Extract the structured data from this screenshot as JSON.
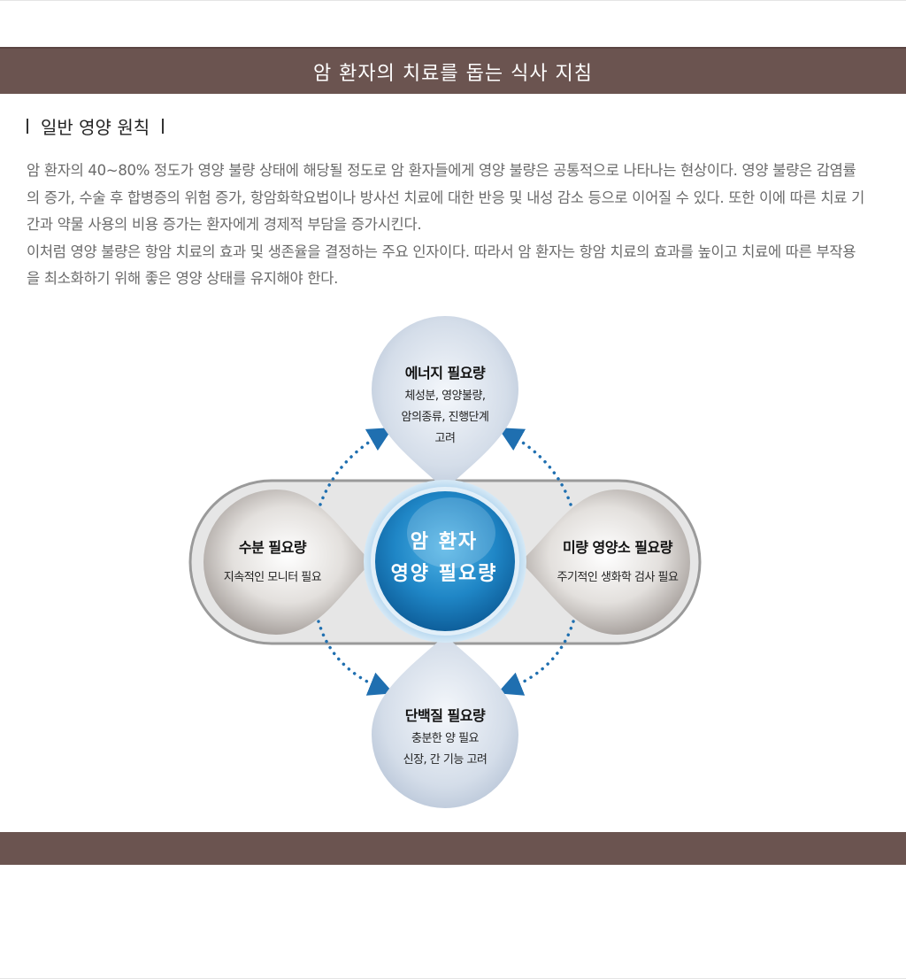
{
  "header": {
    "title": "암 환자의 치료를 돕는 식사 지침"
  },
  "section": {
    "title": "일반 영양 원칙"
  },
  "intro": {
    "para1": "암 환자의 40~80% 정도가 영양 불량 상태에 해당될 정도로 암 환자들에게 영양 불량은 공통적으로 나타나는 현상이다. 영양 불량은 감염률의 증가, 수술 후 합병증의 위험 증가, 항암화학요법이나 방사선 치료에 대한 반응 및 내성 감소 등으로 이어질 수 있다. 또한 이에 따른 치료 기간과 약물 사용의 비용 증가는 환자에게 경제적 부담을 증가시킨다.",
    "para2": "이처럼 영양 불량은 항암 치료의 효과 및 생존율을 결정하는 주요 인자이다. 따라서 암 환자는 항암 치료의 효과를 높이고 치료에 따른 부작용을 최소화하기 위해 좋은 영양 상태를 유지해야 한다."
  },
  "diagram": {
    "center": {
      "line1": "암 환자",
      "line2": "영양 필요량"
    },
    "top": {
      "title": "에너지 필요량",
      "desc1": "체성분, 영양불량,",
      "desc2": "암의종류, 진행단계",
      "desc3": "고려"
    },
    "left": {
      "title": "수분 필요량",
      "desc1": "지속적인 모니터 필요"
    },
    "right": {
      "title": "미량 영양소 필요량",
      "desc1": "주기적인 생화학 검사 필요"
    },
    "bottom": {
      "title": "단백질 필요량",
      "desc1": "충분한 양 필요",
      "desc2": "신장, 간 기능 고려"
    }
  },
  "colors": {
    "header_bg": "#6b5450",
    "drop_blue": "#c6d2e3",
    "drop_gray": "#a8a29e",
    "center_blue": "#1a7fbf",
    "arrow_blue": "#1f6fb0"
  }
}
